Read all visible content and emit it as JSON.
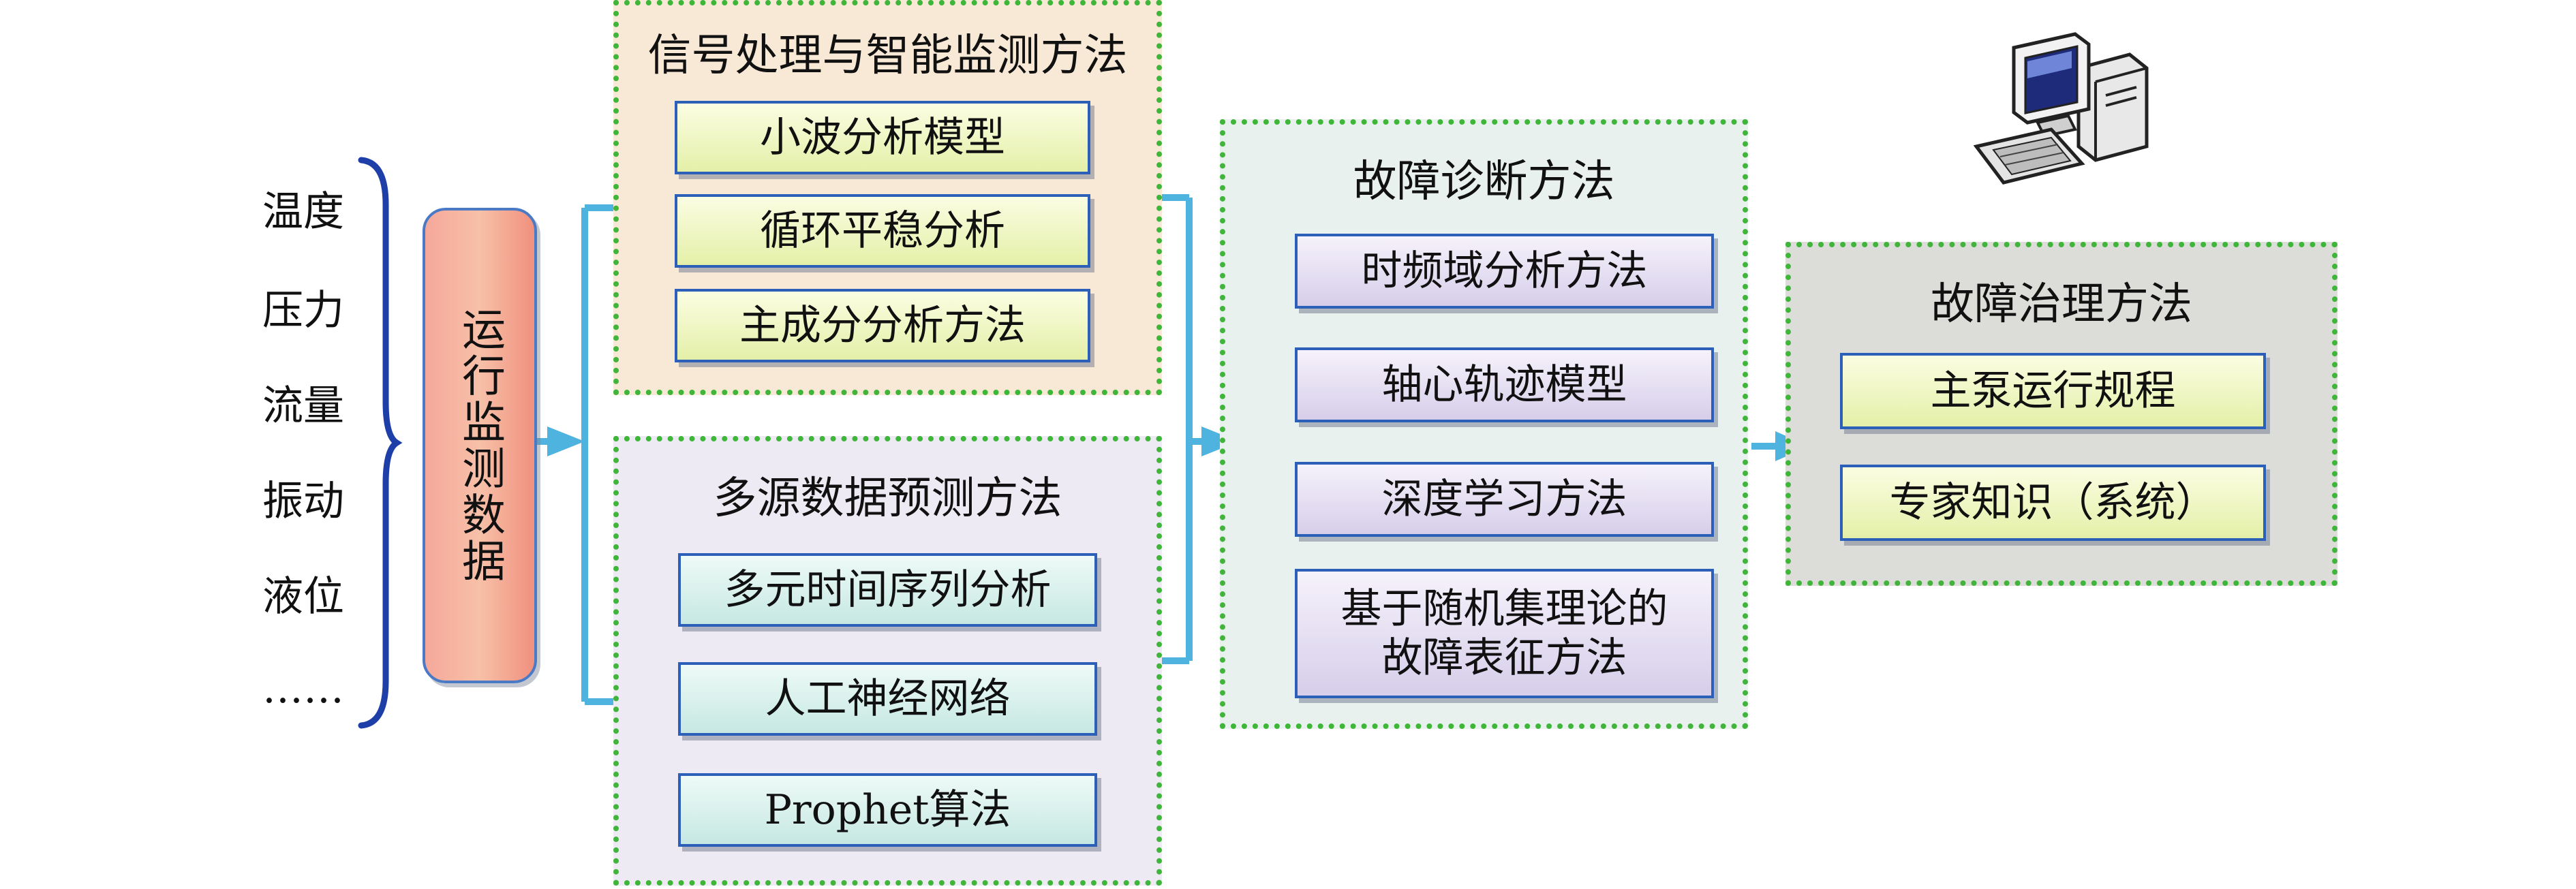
{
  "inputs": [
    "温度",
    "压力",
    "流量",
    "振动",
    "液位",
    "……"
  ],
  "runtime_data": "运行监测数据",
  "groups": {
    "signal": {
      "title": "信号处理与智能监测方法",
      "items": [
        "小波分析模型",
        "循环平稳分析",
        "主成分分析方法"
      ]
    },
    "multisource": {
      "title": "多源数据预测方法",
      "items": [
        "多元时间序列分析",
        "人工神经网络",
        "Prophet算法"
      ]
    },
    "diagnosis": {
      "title": "故障诊断方法",
      "items": [
        "时频域分析方法",
        "轴心轨迹模型",
        "深度学习方法",
        "基于随机集理论的\n故障表征方法"
      ]
    },
    "governance": {
      "title": "故障治理方法",
      "items": [
        "主泵运行规程",
        "专家知识（系统）"
      ]
    }
  },
  "colors": {
    "connector": "#4fb3df",
    "group_border": "#3fb63a",
    "node_border": "#2c5fb8",
    "brace": "#1f3fa8"
  },
  "icons": {
    "computer": "computer-icon"
  }
}
